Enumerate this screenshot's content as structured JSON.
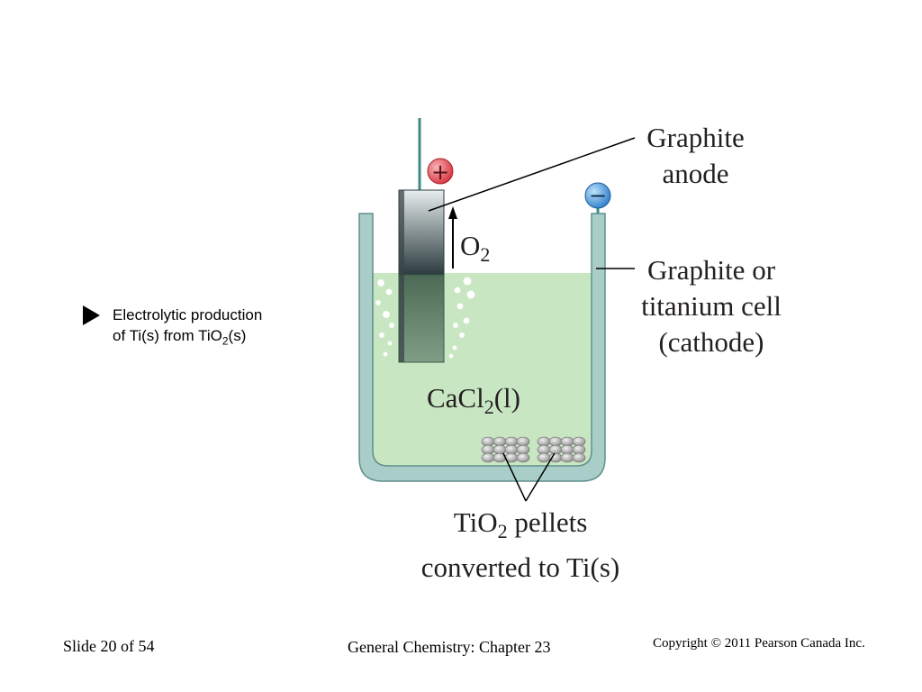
{
  "bullet": {
    "line1": "Electrolytic production",
    "line2_prefix": "of Ti(s) from TiO",
    "line2_sub": "2",
    "line2_suffix": "(s)"
  },
  "diagram": {
    "anode_label_line1": "Graphite",
    "anode_label_line2": "anode",
    "gas_main": "O",
    "gas_sub": "2",
    "cell_label_line1": "Graphite or",
    "cell_label_line2": "titanium cell",
    "cell_label_line3": "(cathode)",
    "electrolyte_main": "CaCl",
    "electrolyte_sub": "2",
    "electrolyte_suffix": "(l)",
    "pellets_main": "TiO",
    "pellets_sub": "2",
    "pellets_suffix": " pellets",
    "pellets_line2": "converted to Ti(s)",
    "positive_symbol": "+",
    "negative_symbol": "−",
    "colors": {
      "electrolyte": "#c9e6c3",
      "cell_wall": "#a9cdc9",
      "positive": "#e0454f",
      "negative": "#3b8fd6"
    }
  },
  "footer": {
    "slide": "Slide 20 of 54",
    "course": "General Chemistry: Chapter 23",
    "copyright": "Copyright © 2011 Pearson Canada Inc."
  }
}
